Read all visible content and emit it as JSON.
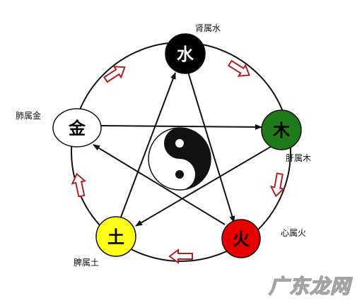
{
  "elements": {
    "water": {
      "char": "水",
      "label": "肾属水",
      "color": "#000000",
      "text_color": "#ffffff"
    },
    "wood": {
      "char": "木",
      "label": "肝属木",
      "color": "#1f7a1a",
      "text_color": "#000000"
    },
    "fire": {
      "char": "火",
      "label": "心属火",
      "color": "#e60000",
      "text_color": "#000000"
    },
    "earth": {
      "char": "土",
      "label": "脾属土",
      "color": "#ffff1a",
      "text_color": "#000000"
    },
    "metal": {
      "char": "金",
      "label": "肺属金",
      "color": "#ffffff",
      "text_color": "#000000"
    }
  },
  "watermark": "广东龙网",
  "colors": {
    "generating_arrow": "#b22222",
    "controlling_arrow": "#111111",
    "outer_circle": "#111111"
  }
}
